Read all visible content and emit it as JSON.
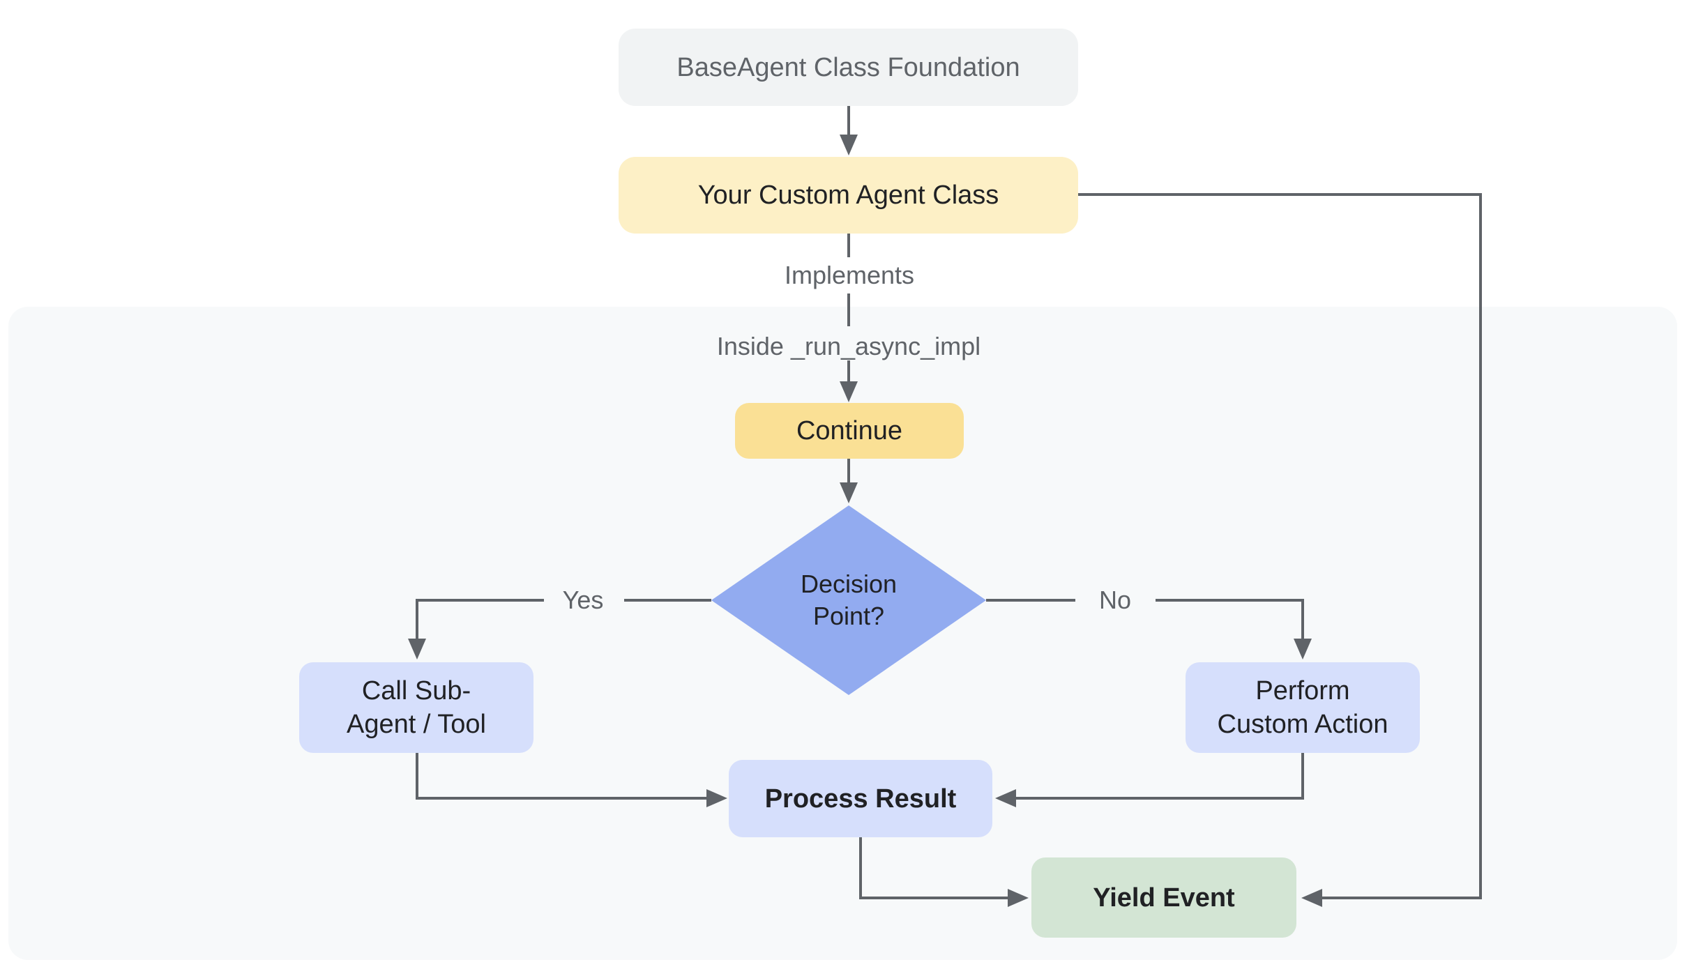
{
  "diagram": {
    "nodes": {
      "base_agent": {
        "label": "BaseAgent Class Foundation"
      },
      "custom_agent": {
        "label": "Your Custom Agent Class"
      },
      "continue": {
        "label": "Continue"
      },
      "decision": {
        "line1": "Decision",
        "line2": "Point?"
      },
      "call_sub": {
        "line1": "Call Sub-",
        "line2": "Agent / Tool"
      },
      "perform": {
        "line1": "Perform",
        "line2": "Custom Action"
      },
      "process": {
        "label": "Process Result"
      },
      "yield_event": {
        "label": "Yield Event"
      }
    },
    "edge_labels": {
      "implements": "Implements",
      "inside_impl": "Inside _run_async_impl",
      "yes": "Yes",
      "no": "No"
    },
    "colors": {
      "page_background": "#ffffff",
      "panel_fill": "#f7f9fa",
      "gray_node_fill": "#f1f3f4",
      "pale_yellow_fill": "#fdf0c6",
      "yellow_fill": "#fae095",
      "diamond_blue_fill": "#92abf0",
      "light_blue_fill": "#d6dffc",
      "green_fill": "#d3e5d4",
      "line_color": "#5f6368",
      "dark_text": "#202124",
      "gray_text": "#5f6368"
    }
  }
}
